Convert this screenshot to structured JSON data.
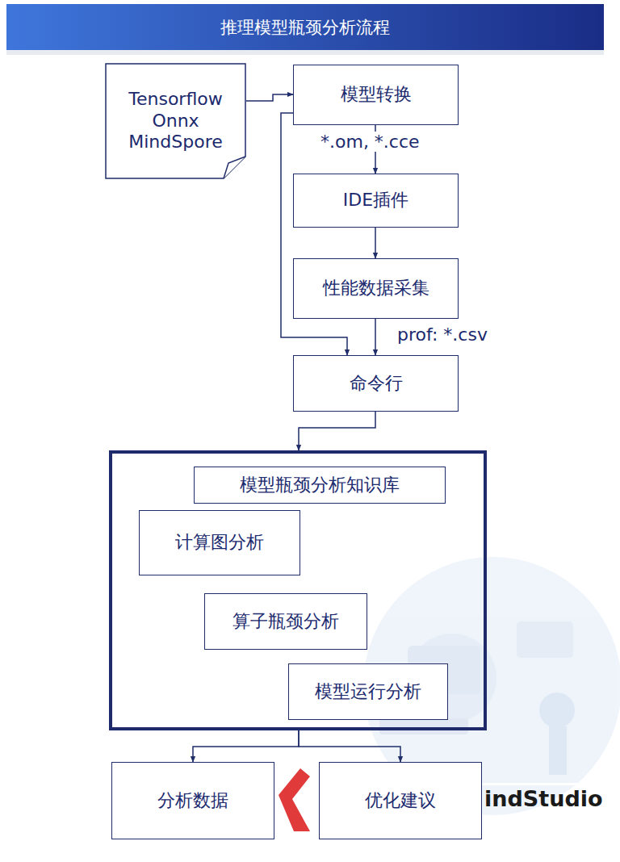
{
  "diagram": {
    "title": "推理模型瓶颈分析流程",
    "nodes": [
      {
        "text": [
          "Tensorflow Onnx MindSpore"
        ]
      },
      {
        "text": [
          "模型转换"
        ]
      },
      {
        "text": [
          "IDE插件"
        ]
      },
      {
        "text": [
          "性能数据采集"
        ]
      },
      {
        "text": [
          "命令行"
        ]
      },
      {
        "text": []
      },
      {
        "text": [
          "模型瓶颈分析知识库"
        ],
        "in": 5
      },
      {
        "text": [
          "计算图分析"
        ],
        "in": 5
      },
      {
        "text": [
          "算子瓶颈分析"
        ],
        "in": 5
      },
      {
        "text": [
          "模型运行分析"
        ],
        "in": 5
      },
      {
        "text": [
          "分析数据"
        ]
      },
      {
        "text": [
          "优化建议"
        ]
      }
    ],
    "edges": [
      {
        "from": 0,
        "to": 1,
        "arrow": "to"
      },
      {
        "from": 1,
        "to": 2,
        "label": "*.om, *.cce",
        "arrow": "to"
      },
      {
        "from": 1,
        "to": 4,
        "arrow": "to"
      },
      {
        "from": 2,
        "to": 3,
        "arrow": "to"
      },
      {
        "from": 3,
        "to": 4,
        "label": "prof: *.csv",
        "arrow": "to"
      },
      {
        "from": 4,
        "to": 5,
        "arrow": "to"
      },
      {
        "from": 5,
        "to": 10,
        "arrow": "to"
      },
      {
        "from": 5,
        "to": 11,
        "arrow": "to"
      }
    ],
    "labels": [
      "indStudio"
    ]
  }
}
